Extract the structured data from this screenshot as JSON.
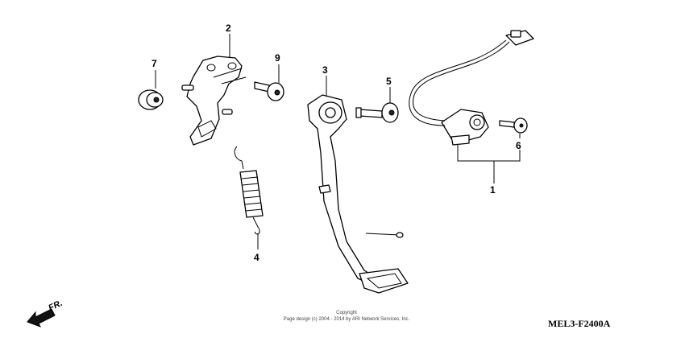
{
  "callouts": {
    "c1": "1",
    "c2": "2",
    "c3": "3",
    "c4": "4",
    "c5": "5",
    "c6": "6",
    "c7": "7",
    "c9": "9"
  },
  "direction_label": "FR.",
  "copyright": {
    "line1": "Copyright",
    "line2": "Page design (c) 2004 - 2014 by ARI Network Services, Inc."
  },
  "diagram_code": "MEL3-F2400A"
}
